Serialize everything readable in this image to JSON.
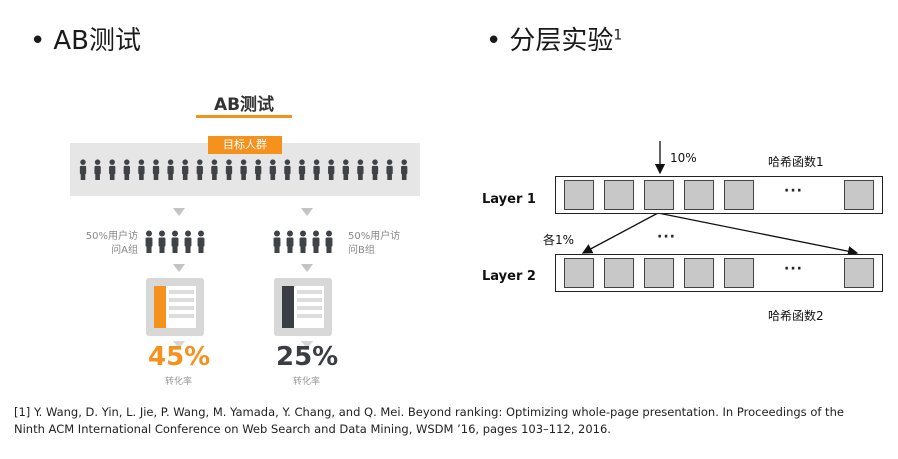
{
  "left_heading": "AB测试",
  "right_heading": "分层实验",
  "right_heading_sup": "1",
  "ab": {
    "title": "AB测试",
    "target_label": "目标人群",
    "group_a_label_1": "50%用户访",
    "group_a_label_2": "问A组",
    "group_b_label_1": "50%用户访",
    "group_b_label_2": "问B组",
    "a_rate": "45%",
    "b_rate": "25%",
    "rate_label": "转化率",
    "colors": {
      "orange": "#f5921e",
      "dark": "#3a3d42"
    }
  },
  "layers": {
    "layer1_label": "Layer 1",
    "layer2_label": "Layer 2",
    "traffic_label": "10%",
    "split_label": "各1%",
    "hash1_label": "哈希函数1",
    "hash2_label": "哈希函数2",
    "ellipsis": "···"
  },
  "reference_line1": "[1] Y. Wang, D. Yin, L. Jie, P. Wang, M. Yamada, Y. Chang, and Q. Mei. Beyond ranking: Optimizing whole-page presentation. In Proceedings of the",
  "reference_line2": "Ninth ACM International Conference on Web Search and Data Mining, WSDM ’16, pages 103–112, 2016."
}
